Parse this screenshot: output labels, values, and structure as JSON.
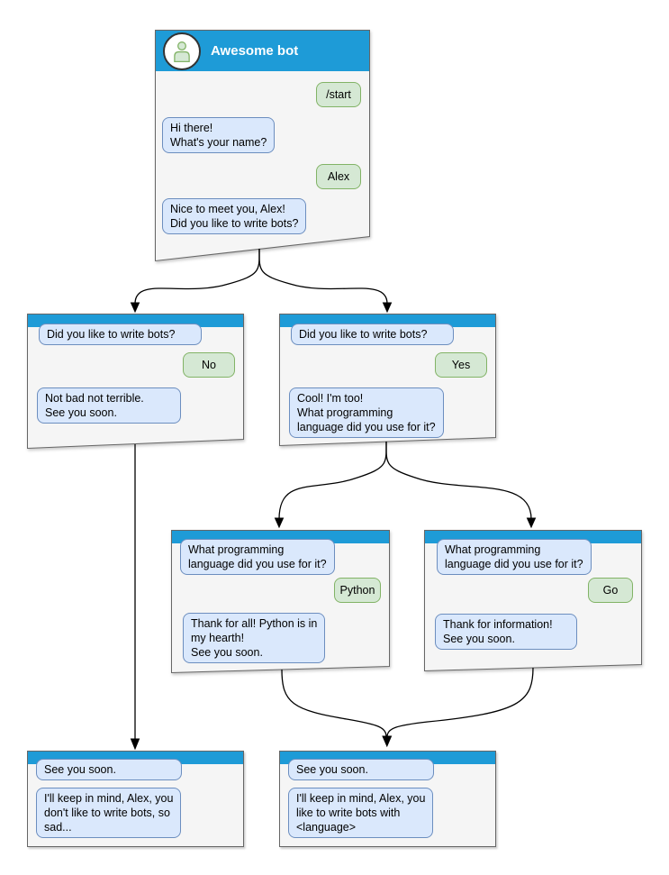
{
  "colors": {
    "header_blue": "#1E9BD7",
    "window_fill": "#F5F5F5",
    "window_border": "#666666",
    "bot_bubble_fill": "#DAE8FC",
    "bot_bubble_border": "#6C8EBF",
    "user_bubble_fill": "#D5E8D4",
    "user_bubble_border": "#82B366",
    "arrow_color": "#000000",
    "title_text": "#FFFFFF"
  },
  "main_window": {
    "title": "Awesome bot",
    "avatar_icon": "person-icon",
    "messages": [
      {
        "from": "user",
        "text": "/start"
      },
      {
        "from": "bot",
        "text": "Hi there!\nWhat's your name?"
      },
      {
        "from": "user",
        "text": "Alex"
      },
      {
        "from": "bot",
        "text": "Nice to meet you, Alex!\nDid you like to write bots?"
      }
    ]
  },
  "nodes": {
    "no_branch": {
      "messages": [
        {
          "from": "bot",
          "text": "Did you like to write bots?"
        },
        {
          "from": "user",
          "text": "No"
        },
        {
          "from": "bot",
          "text": "Not bad not terrible.\nSee you soon."
        }
      ]
    },
    "yes_branch": {
      "messages": [
        {
          "from": "bot",
          "text": "Did you like to write bots?"
        },
        {
          "from": "user",
          "text": "Yes"
        },
        {
          "from": "bot",
          "text": "Cool! I'm too!\nWhat programming\nlanguage did you use for it?"
        }
      ]
    },
    "python_branch": {
      "messages": [
        {
          "from": "bot",
          "text": "What programming\nlanguage did you use for it?"
        },
        {
          "from": "user",
          "text": "Python"
        },
        {
          "from": "bot",
          "text": "Thank for all! Python is in\nmy hearth!\nSee you soon."
        }
      ]
    },
    "go_branch": {
      "messages": [
        {
          "from": "bot",
          "text": "What programming\nlanguage did you use for it?"
        },
        {
          "from": "user",
          "text": "Go"
        },
        {
          "from": "bot",
          "text": "Thank for information!\nSee you soon."
        }
      ]
    },
    "end_no": {
      "messages": [
        {
          "from": "bot",
          "text": "See you soon."
        },
        {
          "from": "bot",
          "text": "I'll keep in mind, Alex, you\ndon't like to write bots, so\nsad..."
        }
      ]
    },
    "end_yes": {
      "messages": [
        {
          "from": "bot",
          "text": "See you soon."
        },
        {
          "from": "bot",
          "text": "I'll keep in mind, Alex, you\nlike to write bots with\n<language>"
        }
      ]
    }
  }
}
